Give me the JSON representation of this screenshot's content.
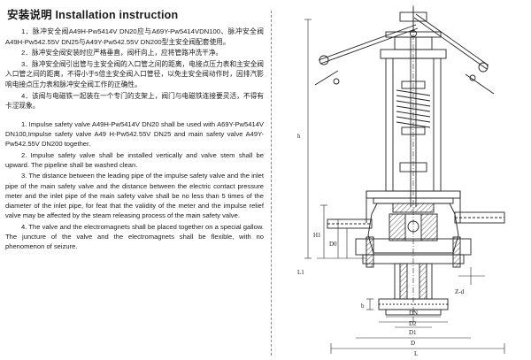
{
  "title": "安装说明 Installation instruction",
  "chinese_paragraphs": [
    "1．脉冲安全阀A49H-Pw5414V DN20应与A69Y-Pw5414VDN100、脉冲安全阀A49H-Pw542.55V DN25与A49Y-Pw542.55V DN200型主安全阀配套使用。",
    "2．脉冲安全阀安装时应严格垂直，阀杆向上，应将管路冲洗干净。",
    "3．脉冲安全阀引出管与主安全阀的入口管之间的距离，电接点压力表和主安全阀入口管之间的距离，不得小于5倍主安全阀入口管径，以免主安全阀动作时，因排汽影响电接点压力表和脉冲安全阀工作的正确性。",
    "4．该阀与电磁铁一起装在一个专门的支架上，阀门与电磁铁连接要灵活，不得有卡涩现象。"
  ],
  "english_paragraphs": [
    "1. Impulse safety valve A49H-Pw5414V DN20 shall be used with A69Y-Pw5414V DN100,Impulse safety valve A49 H-Pw542.55V DN25 and main safety valve A49Y-Pw542.55V DN200 together.",
    "2. Impulse safety valve shall be installed vertically and valve stem shall be upward. The pipeline shall be washed clean.",
    "3. The distance between the leading pipe of the impulse safety valve and the inlet pipe of the main safety valve and the distance between the electric contact pressure meter and the inlet pipe of the main safety valve shall be no less than 5 times of the diameter of the inlet pipe, for feat that the validity of the meter and the impulse relief valve may be affected by the steam releasing process of the main safety valve.",
    "4. The valve and the electromagnets shall be placed together on a special gallow. The juncture of the valve and the electromagnets shall be flexible, with no phenomenon of seizure."
  ],
  "drawing_labels": {
    "h": "h",
    "h1": "H1",
    "d0": "D0",
    "l1": "L1",
    "l": "L",
    "z_d": "Z-d",
    "b": "b",
    "d": "D",
    "d1": "D1",
    "d2": "D2",
    "dn": "DN"
  }
}
